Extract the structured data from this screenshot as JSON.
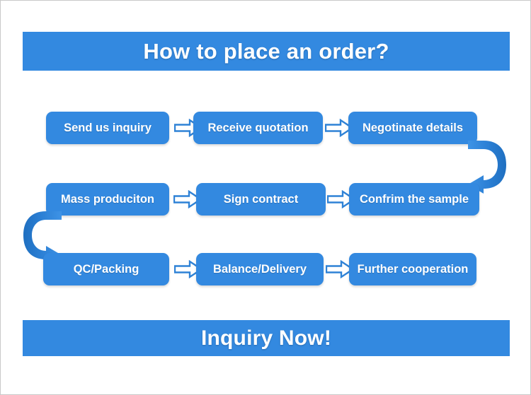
{
  "page": {
    "background_color": "#ffffff",
    "accent_color": "#3389e0",
    "text_color": "#ffffff"
  },
  "banners": {
    "top": {
      "title": "How to place an order?"
    },
    "bottom": {
      "title": "Inquiry Now!"
    }
  },
  "flowchart": {
    "rows": [
      {
        "direction": "left-to-right",
        "nodes": [
          {
            "label": "Send us inquiry"
          },
          {
            "label": "Receive quotation"
          },
          {
            "label": "Negotinate details"
          }
        ]
      },
      {
        "direction": "left-to-right",
        "nodes": [
          {
            "label": "Mass produciton"
          },
          {
            "label": "Sign contract"
          },
          {
            "label": "Confrim the sample"
          }
        ]
      },
      {
        "direction": "left-to-right",
        "nodes": [
          {
            "label": "QC/Packing"
          },
          {
            "label": "Balance/Delivery"
          },
          {
            "label": "Further cooperation"
          }
        ]
      }
    ],
    "connectors": [
      {
        "name": "row1-arrow-1",
        "type": "straight-right"
      },
      {
        "name": "row1-arrow-2",
        "type": "straight-right"
      },
      {
        "name": "row2-arrow-1",
        "type": "straight-right"
      },
      {
        "name": "row2-arrow-2",
        "type": "straight-right"
      },
      {
        "name": "row3-arrow-1",
        "type": "straight-right"
      },
      {
        "name": "row3-arrow-2",
        "type": "straight-right"
      },
      {
        "name": "right-uturn",
        "type": "curved-u-turn-right"
      },
      {
        "name": "left-uturn",
        "type": "curved-u-turn-left"
      }
    ]
  }
}
